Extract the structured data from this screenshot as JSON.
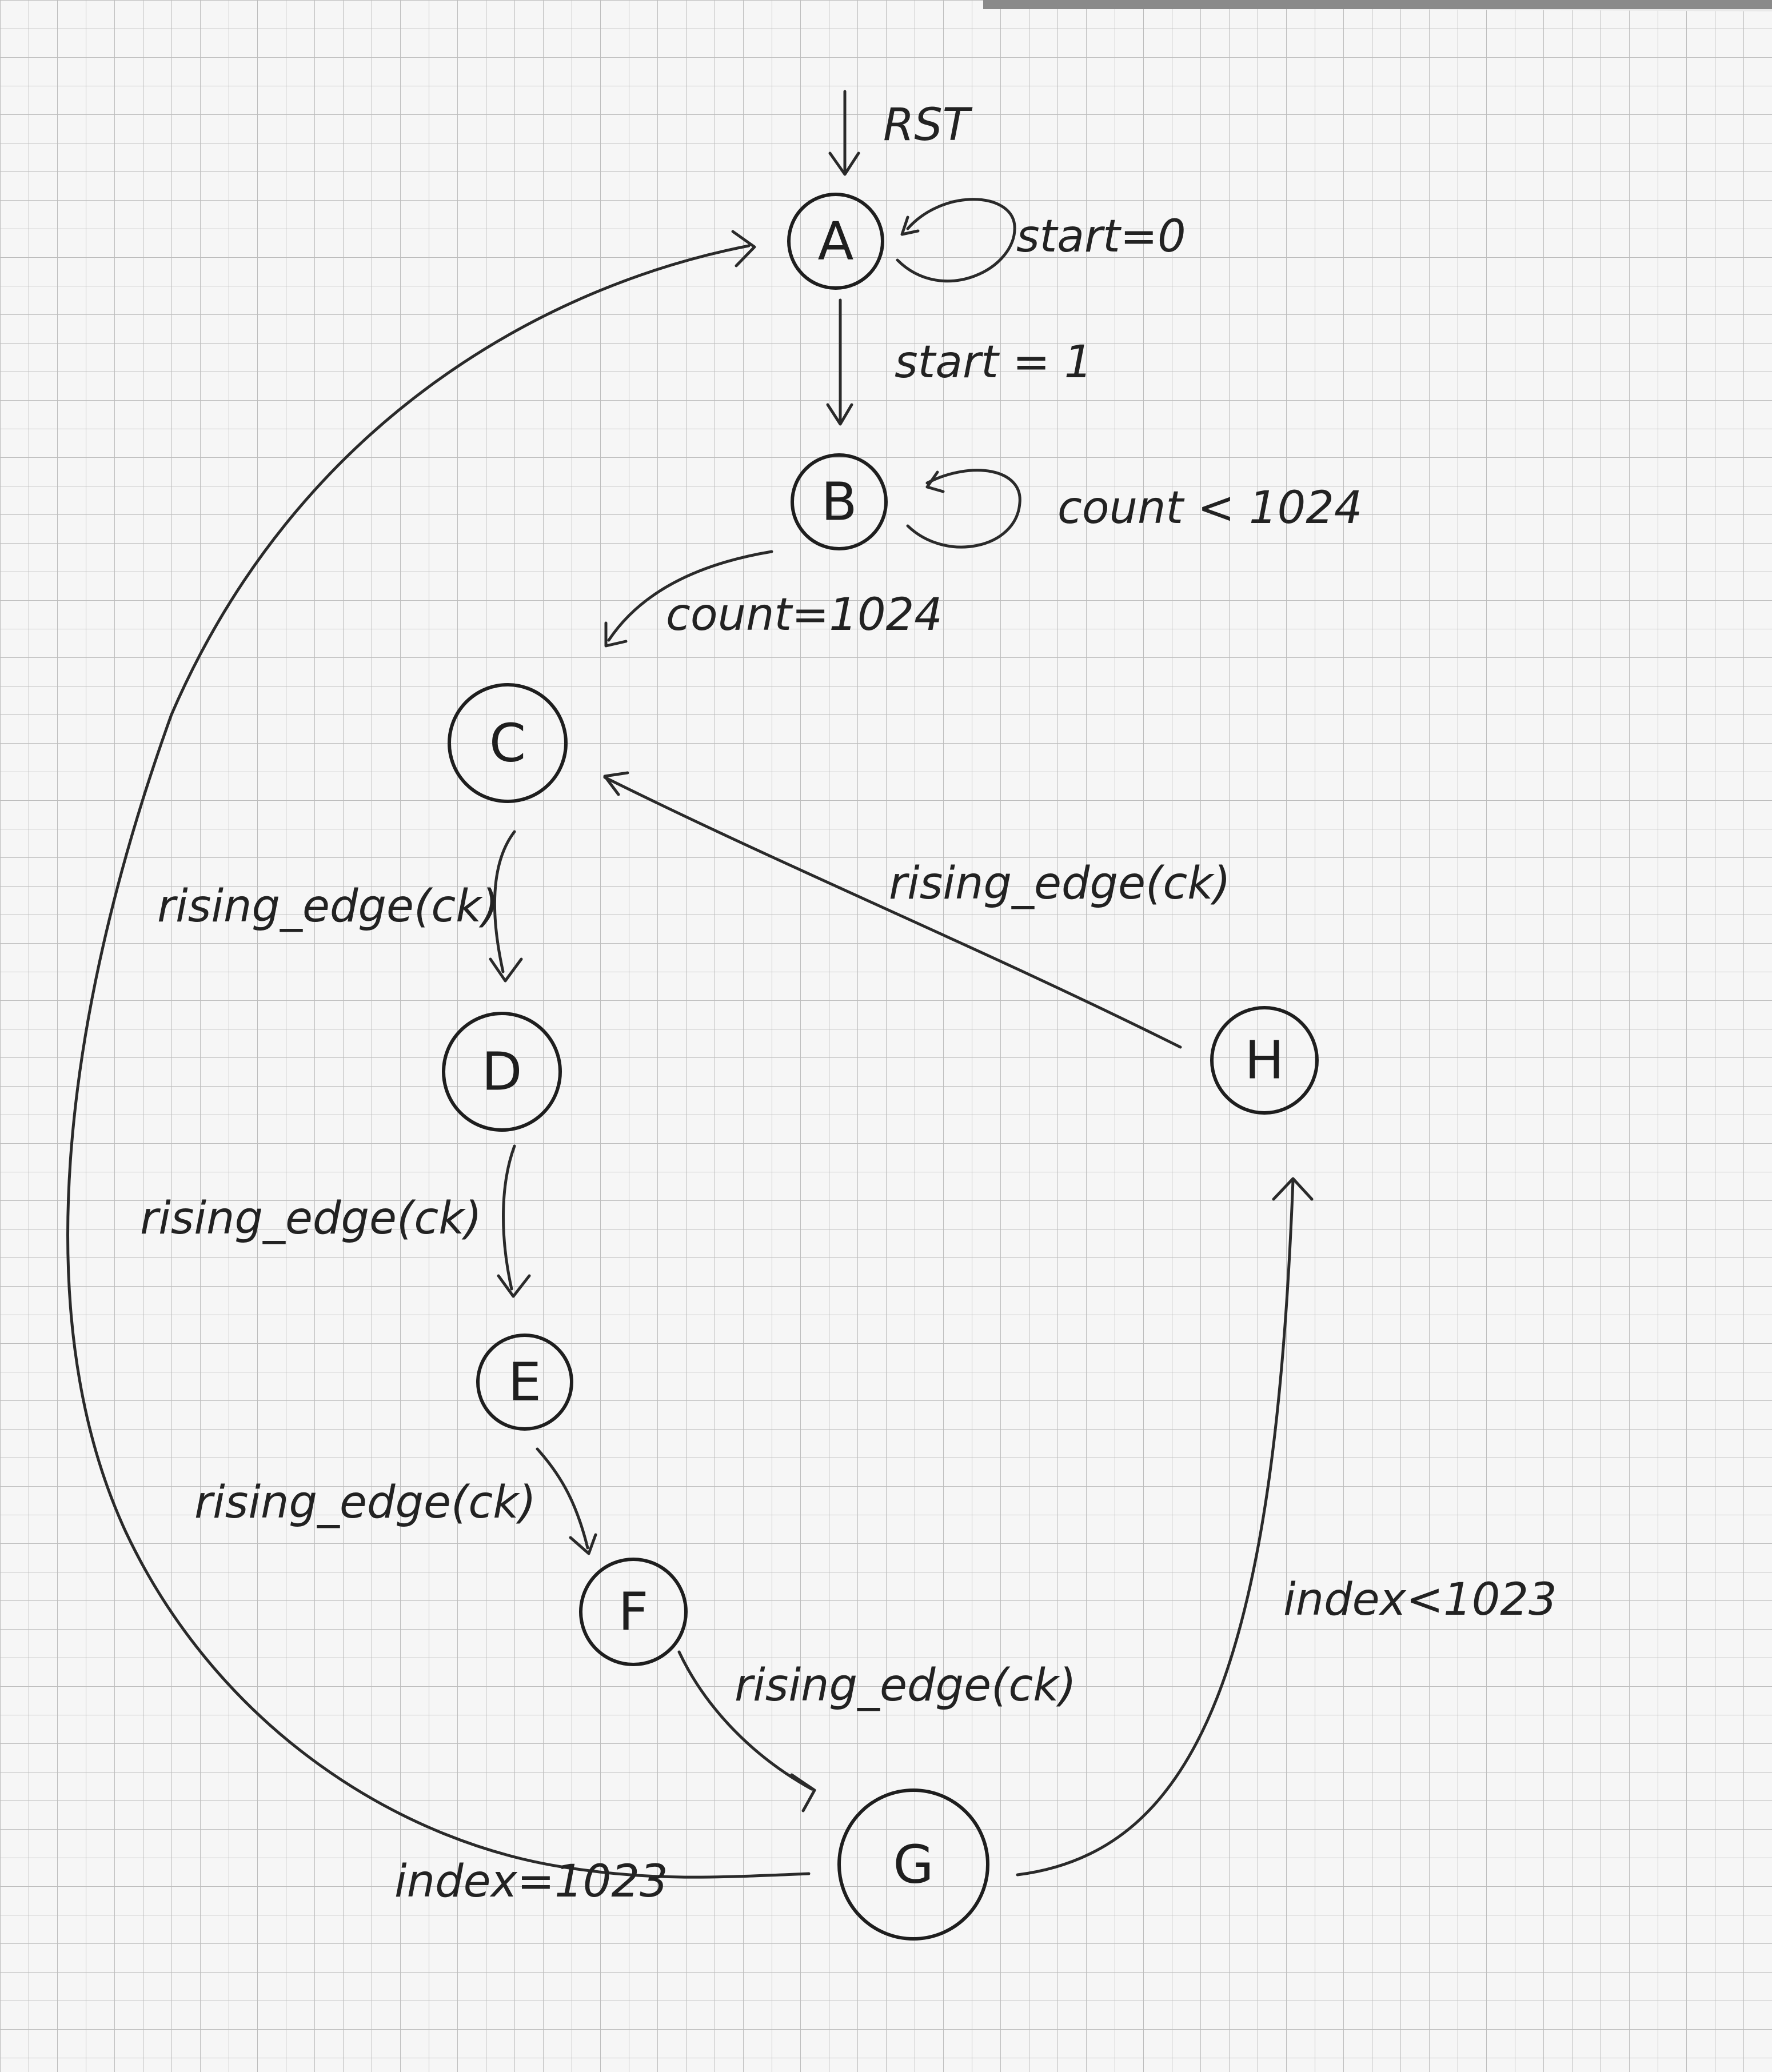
{
  "diagram": {
    "type": "state-machine",
    "states": [
      {
        "id": "A",
        "label": "A"
      },
      {
        "id": "B",
        "label": "B"
      },
      {
        "id": "C",
        "label": "C"
      },
      {
        "id": "D",
        "label": "D"
      },
      {
        "id": "E",
        "label": "E"
      },
      {
        "id": "F",
        "label": "F"
      },
      {
        "id": "G",
        "label": "G"
      },
      {
        "id": "H",
        "label": "H"
      }
    ],
    "transitions": [
      {
        "id": "rst",
        "from": null,
        "to": "A",
        "label": "RST"
      },
      {
        "id": "a_self",
        "from": "A",
        "to": "A",
        "label": "start=0"
      },
      {
        "id": "a_b",
        "from": "A",
        "to": "B",
        "label": "start = 1"
      },
      {
        "id": "b_self",
        "from": "B",
        "to": "B",
        "label": "count < 1024"
      },
      {
        "id": "b_c",
        "from": "B",
        "to": "C",
        "label": "count=1024"
      },
      {
        "id": "c_d",
        "from": "C",
        "to": "D",
        "label": "rising_edge(ck)"
      },
      {
        "id": "d_e",
        "from": "D",
        "to": "E",
        "label": "rising_edge(ck)"
      },
      {
        "id": "e_f",
        "from": "E",
        "to": "F",
        "label": "rising_edge(ck)"
      },
      {
        "id": "f_g",
        "from": "F",
        "to": "G",
        "label": "rising_edge(ck)"
      },
      {
        "id": "g_h",
        "from": "G",
        "to": "H",
        "label": "index<1023"
      },
      {
        "id": "h_c",
        "from": "H",
        "to": "C",
        "label": "rising_edge(ck)"
      },
      {
        "id": "g_a",
        "from": "G",
        "to": "A",
        "label": "index=1023"
      }
    ]
  }
}
